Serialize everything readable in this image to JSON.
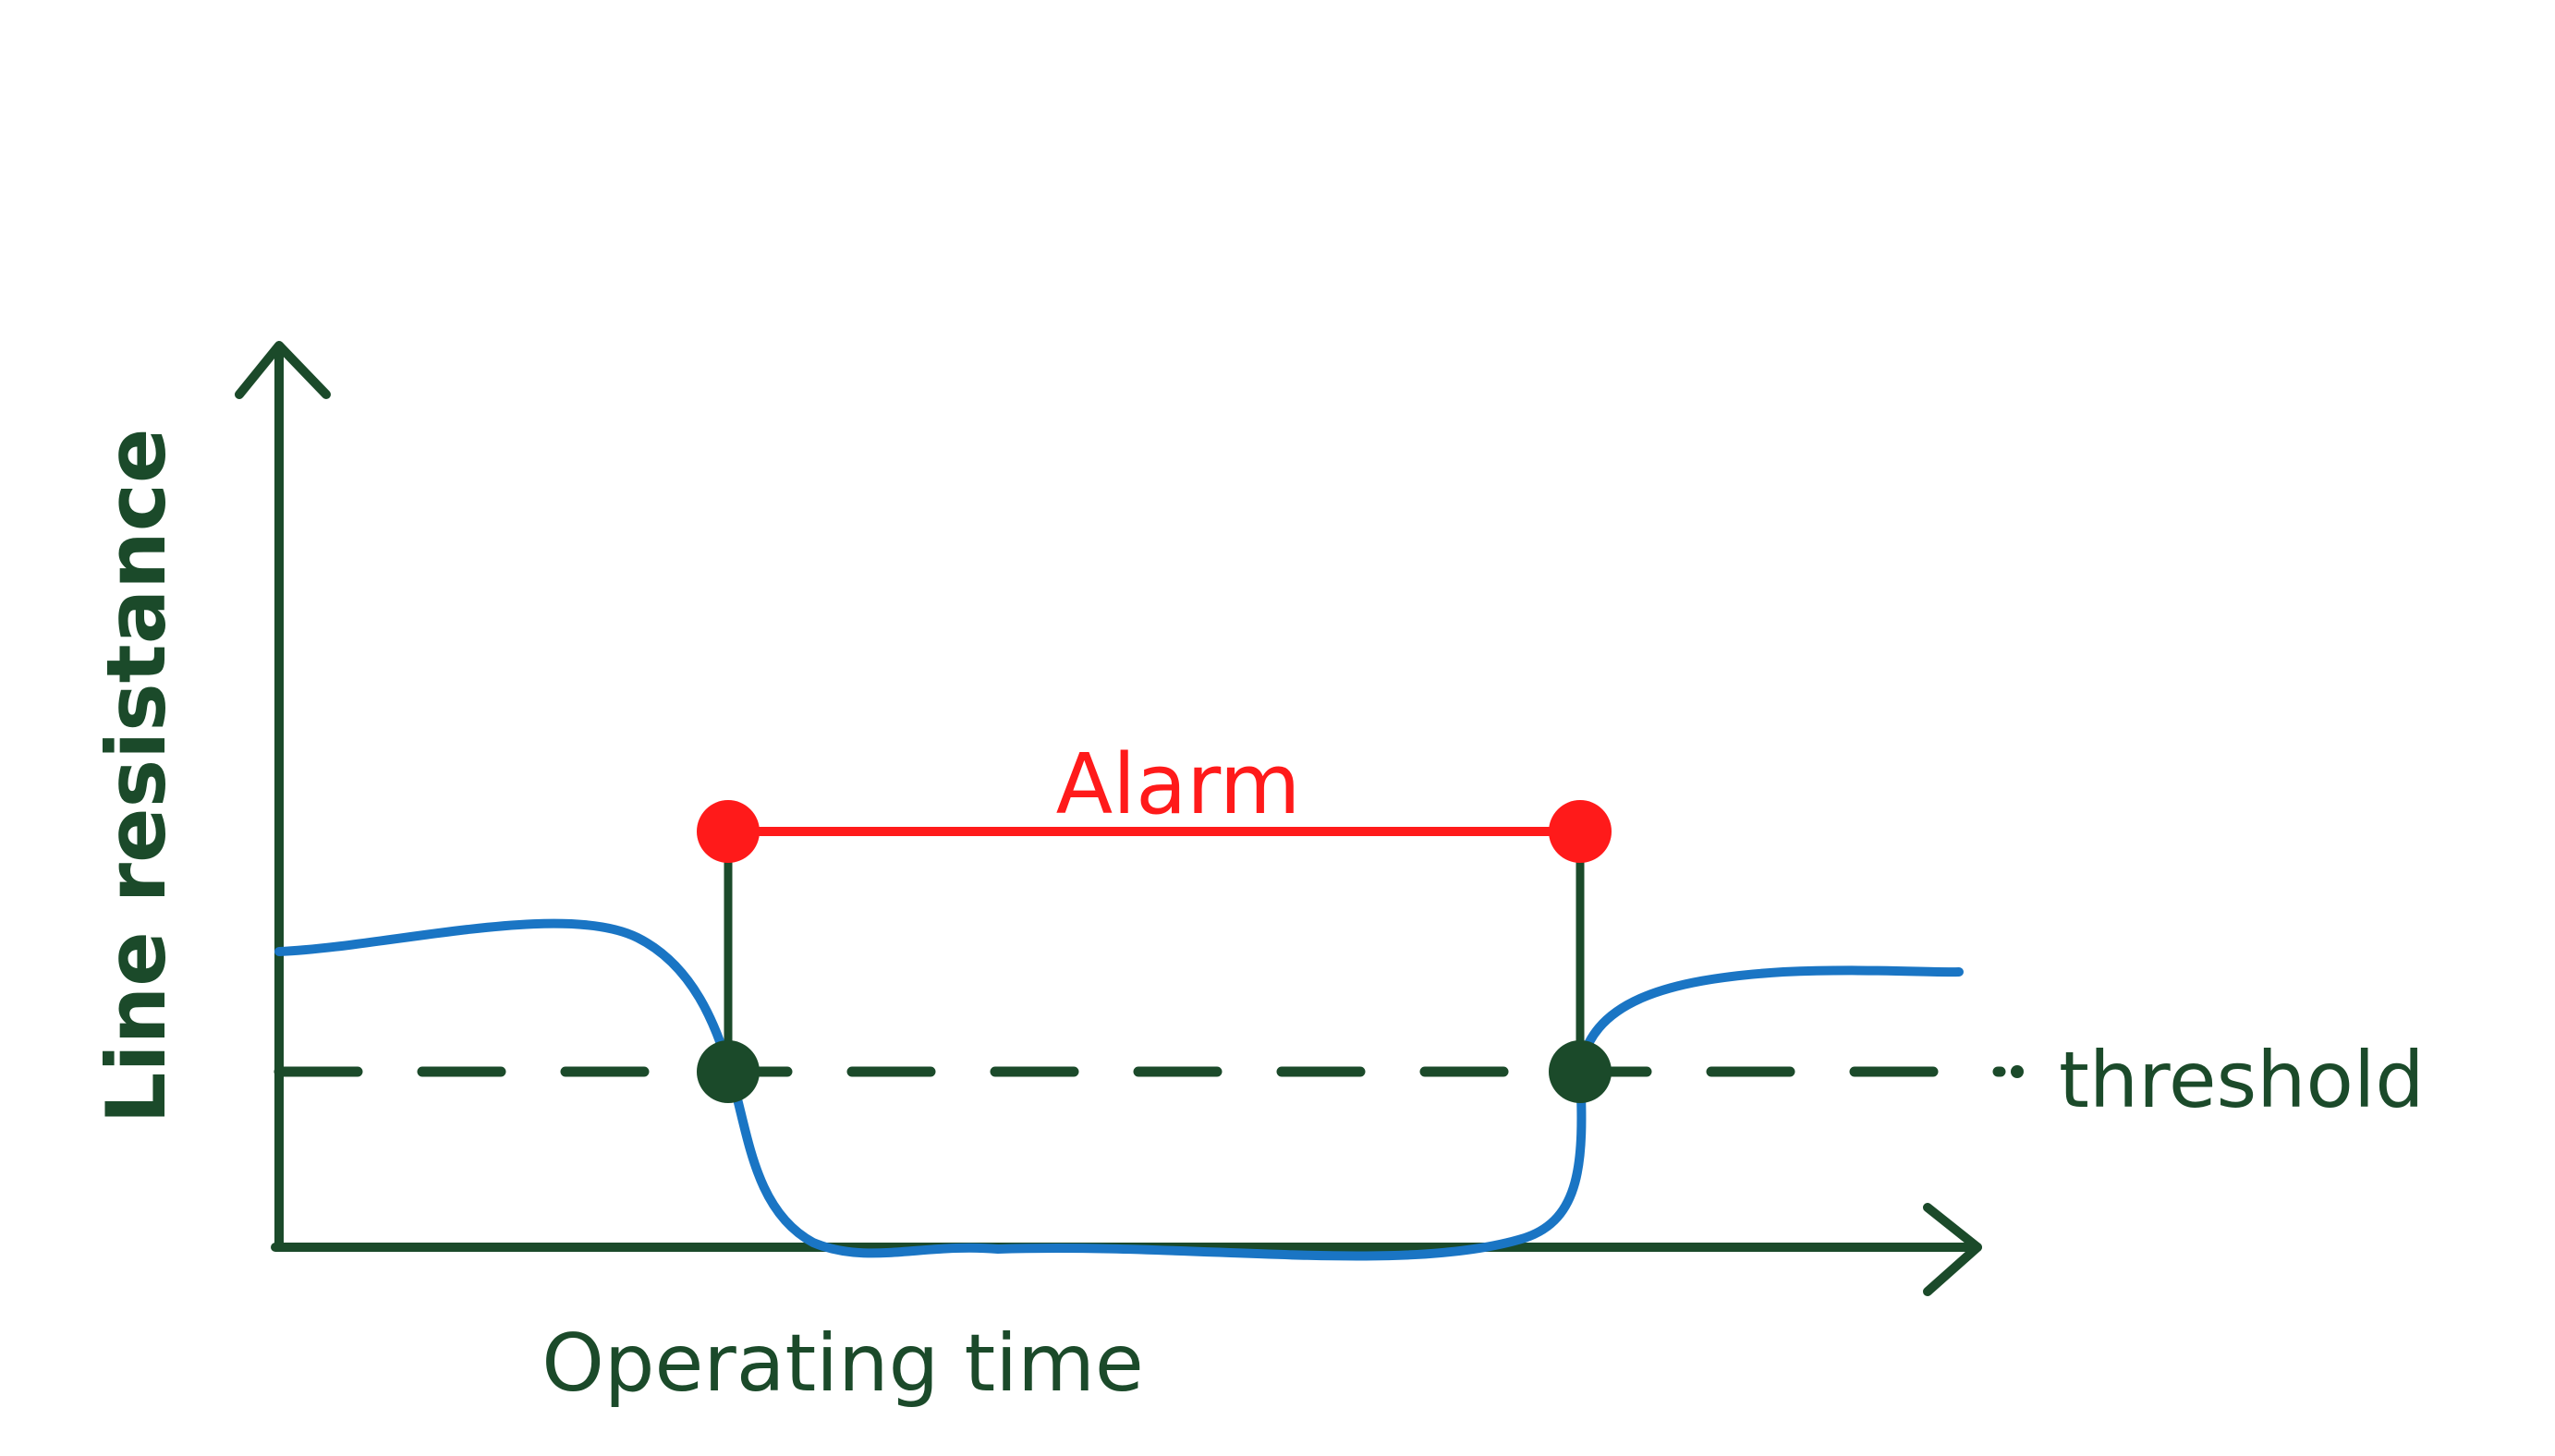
{
  "diagram": {
    "y_axis_label": "Line resistance",
    "x_axis_label": "Operating time",
    "threshold_label": "threshold",
    "alarm_label": "Alarm"
  },
  "colors": {
    "axis": "#1b4a2a",
    "curve": "#1a75c4",
    "alarm": "#ff1a1a",
    "background": "#ffffff"
  }
}
